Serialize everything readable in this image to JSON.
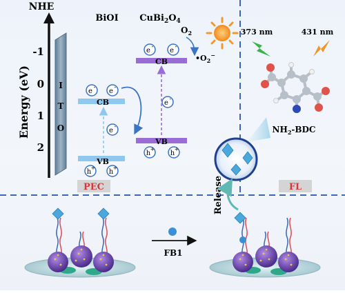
{
  "axis": {
    "reference": "NHE",
    "label": "Energy (eV)",
    "ticks": [
      "-1",
      "0",
      "1",
      "2"
    ]
  },
  "electrode": {
    "label_letters": [
      "I",
      "T",
      "O"
    ]
  },
  "materials": {
    "left": {
      "name": "BiOI",
      "cb": "CB",
      "vb": "VB"
    },
    "right": {
      "name": "CuBi",
      "sub1": "2",
      "mid": "O",
      "sub2": "4",
      "cb": "CB",
      "vb": "VB"
    }
  },
  "carriers": {
    "electron": "e",
    "electron_sign": "-",
    "hole": "h",
    "hole_sign": "+"
  },
  "oxygen": {
    "o2": "O",
    "o2_sub": "2",
    "superoxide": "•O",
    "superoxide_sub": "2",
    "superoxide_sup": "−"
  },
  "light": {
    "excitation": "373 nm",
    "emission": "431 nm"
  },
  "molecule": {
    "pre": "NH",
    "sub": "2",
    "post": "-BDC"
  },
  "panels": {
    "left": "PEC",
    "right": "FL"
  },
  "bottom": {
    "release": "Release",
    "reagent": "FB1"
  },
  "colors": {
    "band_blue": "#8fc8ee",
    "band_purple": "#9a6dd6",
    "ito": "#6c8fa8",
    "arrow_dark_blue": "#3a74c4",
    "sun": "#f39a2c",
    "green_bolt": "#3ab34a",
    "orange_bolt": "#f0942e",
    "dash": "#3a66b6",
    "label_red": "#d9353a",
    "label_box": "#d4d4d4"
  }
}
